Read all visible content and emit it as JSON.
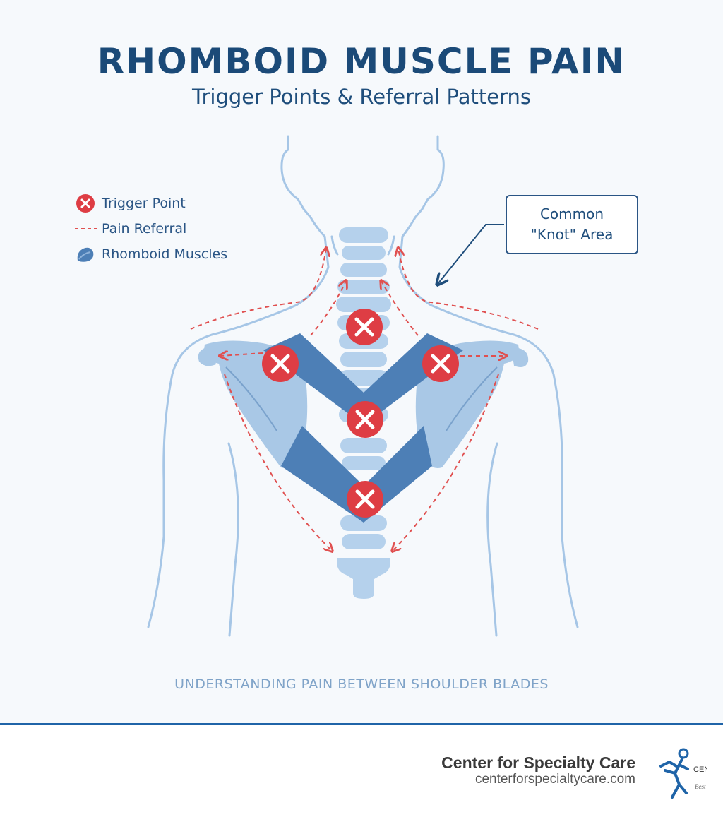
{
  "header": {
    "title": "RHOMBOID MUSCLE PAIN",
    "subtitle": "Trigger Points & Referral Patterns"
  },
  "legend": [
    {
      "icon": "trigger-point-icon",
      "label": "Trigger Point"
    },
    {
      "icon": "pain-referral-line-icon",
      "label": "Pain Referral"
    },
    {
      "icon": "rhomboid-muscle-icon",
      "label": "Rhomboid Muscles"
    }
  ],
  "callout": {
    "line1": "Common",
    "line2": "\"Knot\" Area"
  },
  "caption": "UNDERSTANDING PAIN BETWEEN SHOULDER BLADES",
  "footer": {
    "brand_name": "Center for Specialty Care",
    "url": "centerforspecialtycare.com",
    "logo_text": "CEN",
    "logo_subtext": "Best"
  },
  "colors": {
    "title": "#1b4a78",
    "trigger": "#de3d44",
    "muscle": "#4d7fb6",
    "outline": "#a6c6e6",
    "referral": "#e05050"
  }
}
